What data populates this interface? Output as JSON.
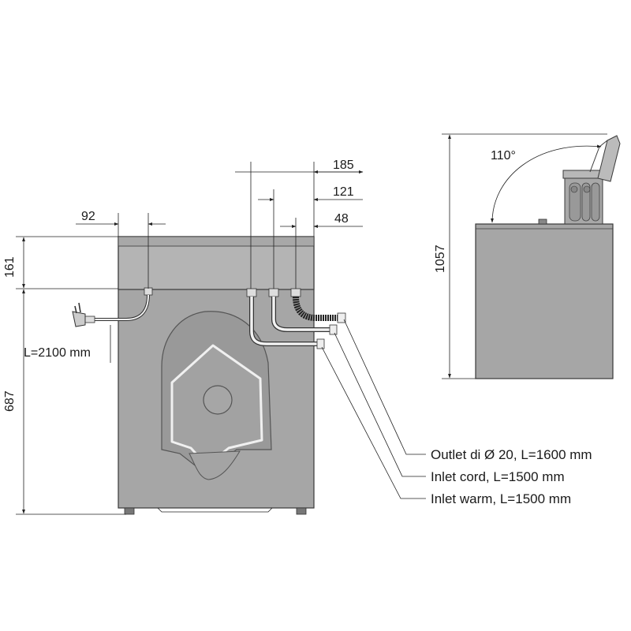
{
  "front_view": {
    "dims": {
      "d185": "185",
      "d121": "121",
      "d48": "48",
      "d92": "92",
      "d161": "161",
      "d687": "687"
    },
    "cord_label": "L=2100 mm"
  },
  "side_view": {
    "height": "1057",
    "angle": "110°"
  },
  "callouts": {
    "outlet": "Outlet di Ø 20, L=1600 mm",
    "inlet_cord": "Inlet cord, L=1500 mm",
    "inlet_warm": "Inlet warm, L=1500 mm"
  },
  "colors": {
    "body": "#a6a6a6",
    "body_dark": "#959595",
    "top_panel": "#b4b4b4",
    "outline": "#3a3a3a",
    "hose_dark": "#222222",
    "hose_light": "#f2f2f2"
  }
}
